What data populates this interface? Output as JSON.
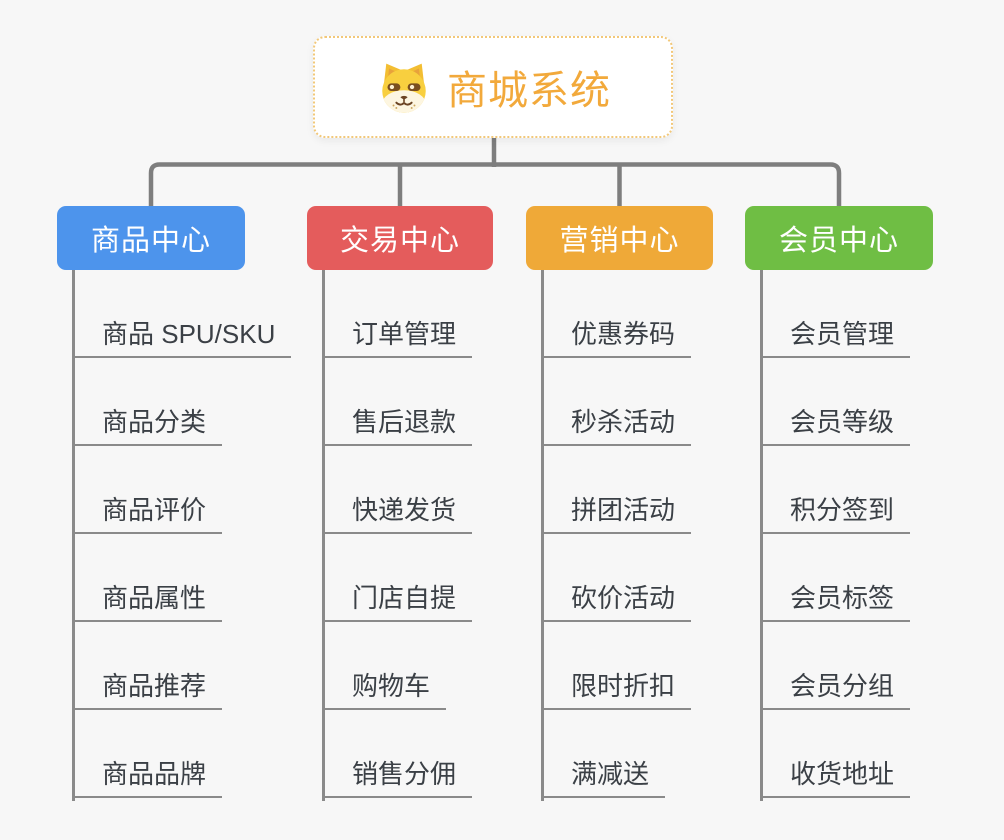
{
  "canvas": {
    "background": "#f7f7f7"
  },
  "root": {
    "title": "商城系统",
    "icon": "dog-face-icon",
    "title_color": "#F2A93B",
    "border_color": "#F2C879"
  },
  "connectors": {
    "main_color": "#7E7E7E",
    "child_line_color": "#8A8A8A"
  },
  "child_text_color": "#3B4046",
  "branches": [
    {
      "label": "商品中心",
      "color": "#4D94EC",
      "children": [
        "商品 SPU/SKU",
        "商品分类",
        "商品评价",
        "商品属性",
        "商品推荐",
        "商品品牌"
      ]
    },
    {
      "label": "交易中心",
      "color": "#E45C5C",
      "children": [
        "订单管理",
        "售后退款",
        "快递发货",
        "门店自提",
        "购物车",
        "销售分佣"
      ]
    },
    {
      "label": "营销中心",
      "color": "#EFA938",
      "children": [
        "优惠券码",
        "秒杀活动",
        "拼团活动",
        "砍价活动",
        "限时折扣",
        "满减送"
      ]
    },
    {
      "label": "会员中心",
      "color": "#6FBE44",
      "children": [
        "会员管理",
        "会员等级",
        "积分签到",
        "会员标签",
        "会员分组",
        "收货地址"
      ]
    }
  ]
}
